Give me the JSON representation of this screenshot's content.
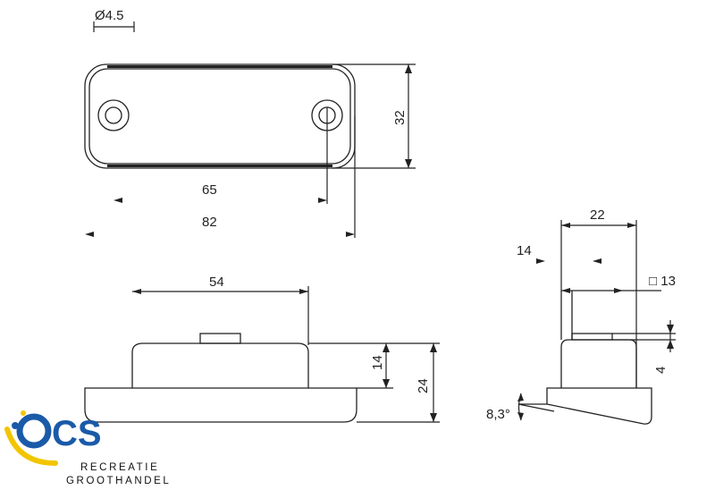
{
  "dimensions": {
    "hole_diameter": "Ø4.5",
    "hole_spacing": "65",
    "overall_length": "82",
    "overall_height_top": "32",
    "side_length": "54",
    "body_height": "14",
    "total_height": "24",
    "end_depth": "22",
    "offset": "14",
    "square_size": "□ 13",
    "step_height": "4",
    "angle": "8,3°"
  },
  "logo": {
    "letters": "OCS",
    "line1": "RECREATIE",
    "line2": "GROOTHANDEL"
  },
  "colors": {
    "line": "#222222",
    "logo_blue": "#1a5aa8",
    "logo_yellow": "#f2c500"
  }
}
